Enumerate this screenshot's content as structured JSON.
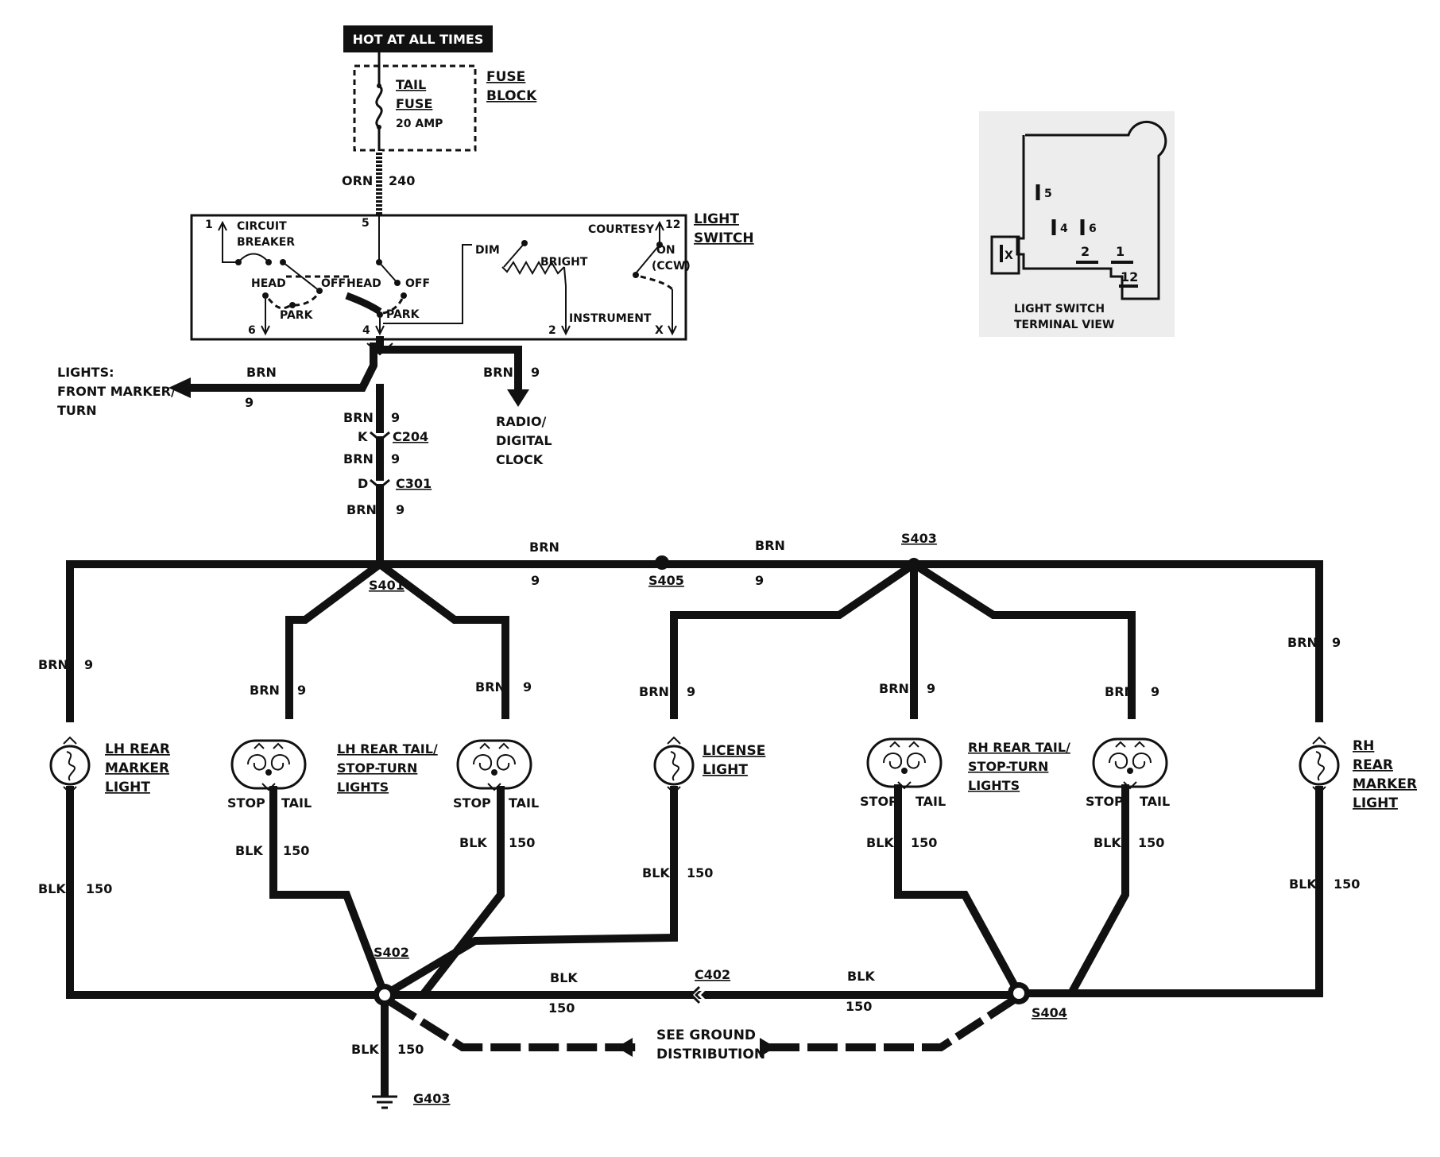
{
  "power": {
    "hot_label": "HOT AT ALL TIMES"
  },
  "fuse": {
    "line1": "TAIL",
    "line2": "FUSE",
    "rating": "20 AMP",
    "block_line1": "FUSE",
    "block_line2": "BLOCK"
  },
  "feed_wire": {
    "color": "ORN",
    "circuit": "240"
  },
  "light_switch": {
    "title_line1": "LIGHT",
    "title_line2": "SWITCH",
    "circuit_breaker_line1": "CIRCUIT",
    "circuit_breaker_line2": "BREAKER",
    "head1": "HEAD",
    "off1": "OFF",
    "park1": "PARK",
    "head2": "HEAD",
    "off2": "OFF",
    "park2": "PARK",
    "dim": "DIM",
    "bright": "BRIGHT",
    "instrument": "INSTRUMENT",
    "courtesy": "COURTESY",
    "on": "ON",
    "ccw": "(CCW)",
    "t1": "1",
    "t5": "5",
    "t12": "12",
    "t6": "6",
    "t4": "4",
    "t2": "2",
    "tx": "X"
  },
  "terminal_view": {
    "title_line1": "LIGHT SWITCH",
    "title_line2": "TERMINAL VIEW",
    "pins": [
      "5",
      "4",
      "6",
      "X",
      "2",
      "1",
      "12"
    ]
  },
  "outputs": {
    "front_line1": "LIGHTS:",
    "front_line2": "FRONT MARKER/",
    "front_line3": "TURN",
    "radio_line1": "RADIO/",
    "radio_line2": "DIGITAL",
    "radio_line3": "CLOCK"
  },
  "wires": {
    "brn": "BRN",
    "blk": "BLK",
    "c9": "9",
    "c150": "150"
  },
  "connectors": {
    "c204": "C204",
    "c204_pin": "K",
    "c301": "C301",
    "c301_pin": "D",
    "c402": "C402"
  },
  "splices": {
    "s401": "S401",
    "s402": "S402",
    "s403": "S403",
    "s404": "S404",
    "s405": "S405"
  },
  "ground": {
    "label": "G403",
    "see_line1": "SEE GROUND",
    "see_line2": "DISTRIBUTION"
  },
  "lamps": {
    "lh_marker": [
      "LH REAR",
      "MARKER",
      "LIGHT"
    ],
    "lh_tail": [
      "LH REAR TAIL/",
      "STOP-TURN",
      "LIGHTS"
    ],
    "license": [
      "LICENSE",
      "LIGHT"
    ],
    "rh_tail": [
      "RH REAR TAIL/",
      "STOP-TURN",
      "LIGHTS"
    ],
    "rh_marker": [
      "RH",
      "REAR",
      "MARKER",
      "LIGHT"
    ],
    "stop": "STOP",
    "tail": "TAIL"
  }
}
